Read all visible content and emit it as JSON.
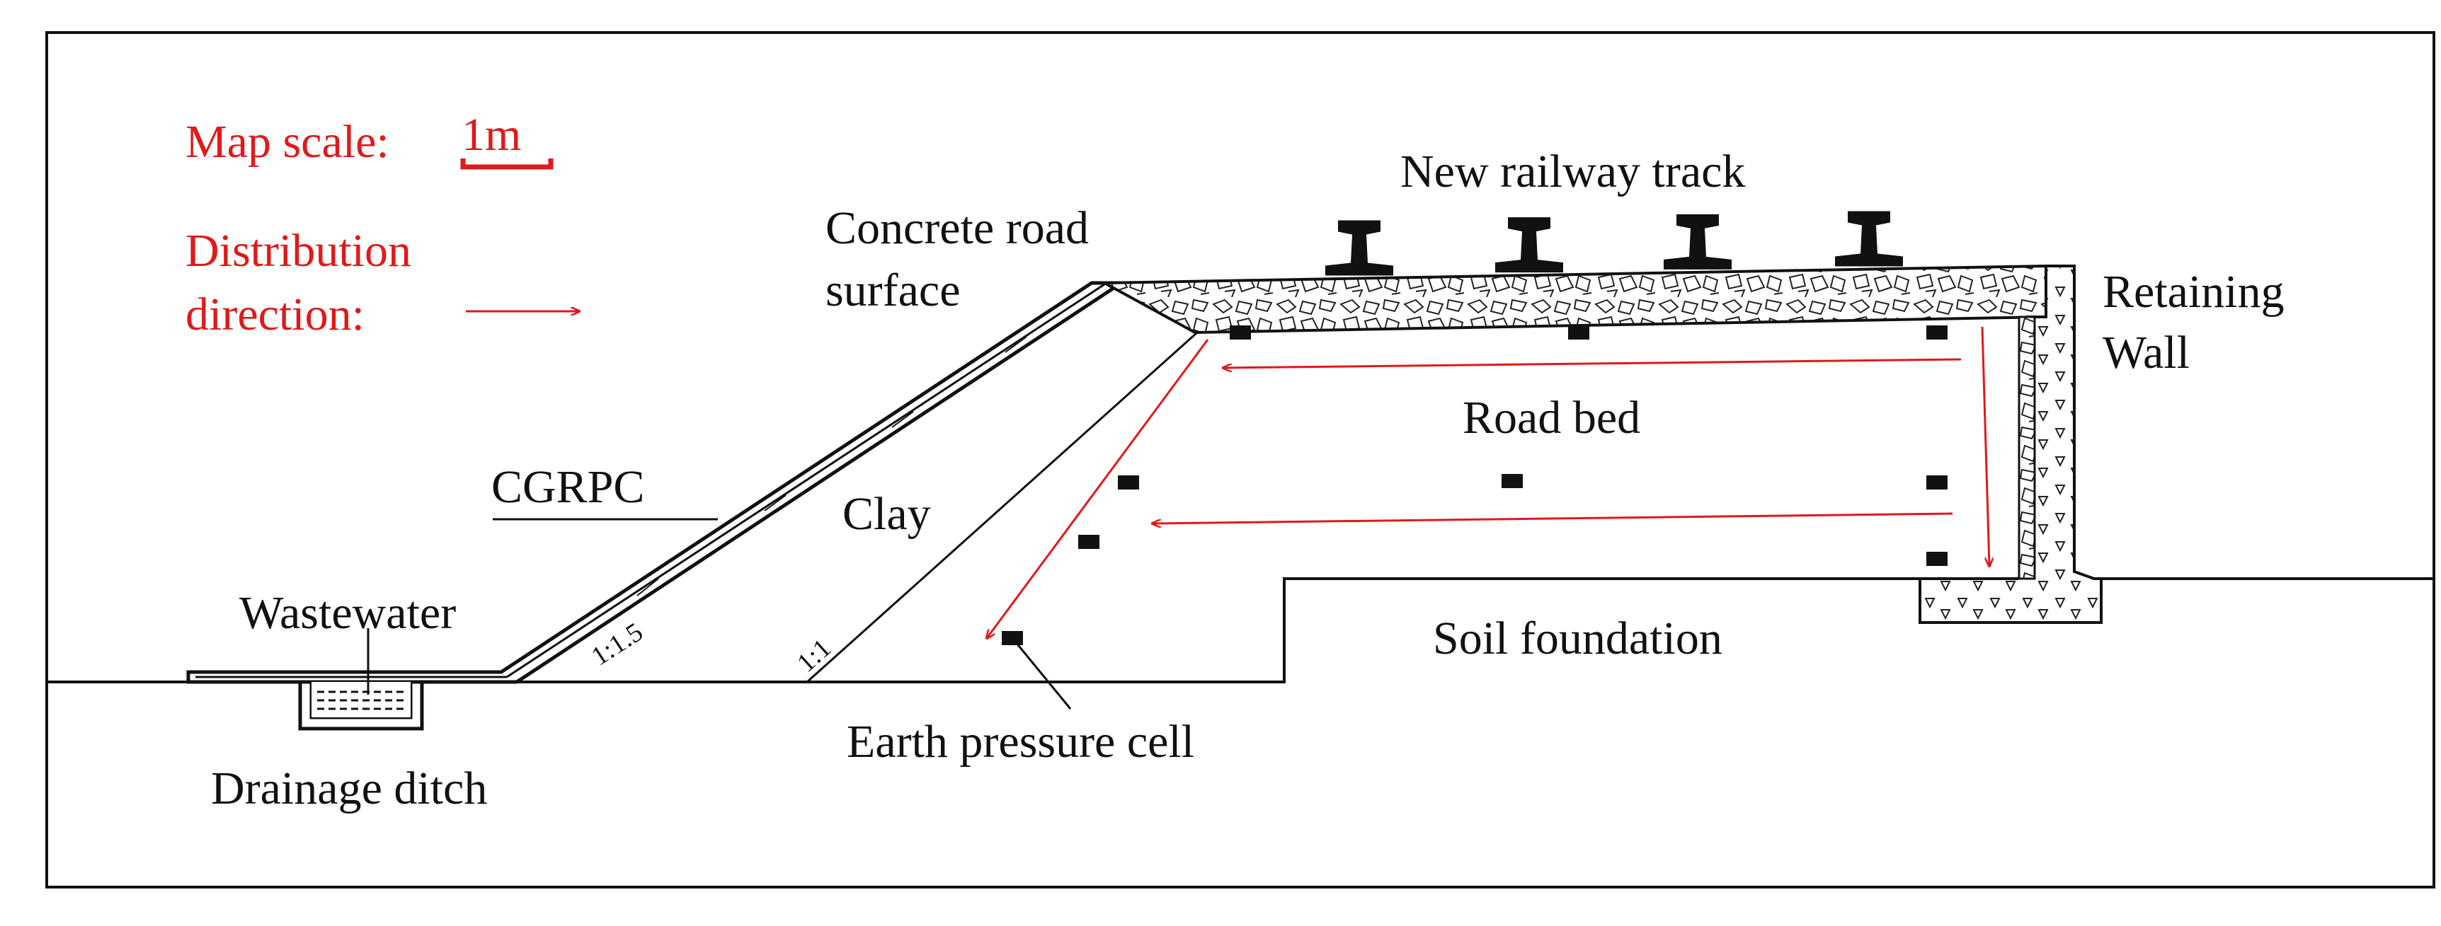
{
  "legend": {
    "map_scale_label": "Map scale:",
    "map_scale_value": "1m",
    "distribution_label_line1": "Distribution",
    "distribution_label_line2": "direction:"
  },
  "labels": {
    "new_railway_track": "New railway track",
    "concrete_road_surface_line1": "Concrete road",
    "concrete_road_surface_line2": "surface",
    "retaining_wall_line1": "Retaining",
    "retaining_wall_line2": "Wall",
    "road_bed": "Road bed",
    "clay": "Clay",
    "cgrpc": "CGRPC",
    "wastewater": "Wastewater",
    "drainage_ditch": "Drainage ditch",
    "soil_foundation": "Soil foundation",
    "earth_pressure_cell": "Earth pressure cell",
    "slope_outer": "1:1.5",
    "slope_inner": "1:1"
  },
  "colors": {
    "annotation": "#e0191a",
    "line": "#111111",
    "background": "#ffffff"
  }
}
